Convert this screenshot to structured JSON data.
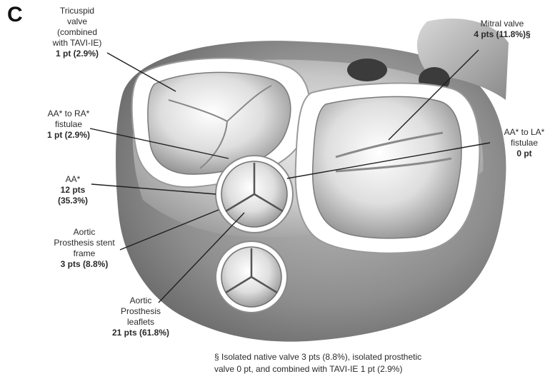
{
  "panel_letter": "C",
  "labels": {
    "tricuspid": {
      "l1": "Tricuspid",
      "l2": "valve",
      "l3": "(combined",
      "l4": "with TAVI-IE)",
      "count": "1 pt (2.9%)"
    },
    "aa_ra": {
      "l1": "AA* to RA*",
      "l2": "fistulae",
      "count": "1 pt (2.9%)"
    },
    "aa": {
      "l1": "AA*",
      "count1": "12 pts",
      "count2": "(35.3%)"
    },
    "stent": {
      "l1": "Aortic",
      "l2": "Prosthesis stent",
      "l3": "frame",
      "count": "3 pts (8.8%)"
    },
    "leaflets": {
      "l1": "Aortic",
      "l2": "Prosthesis",
      "l3": "leaflets",
      "count": "21 pts (61.8%)"
    },
    "mitral": {
      "l1": "Mitral valve",
      "count": "4 pts (11.8%)§"
    },
    "aa_la": {
      "l1": "AA* to LA*",
      "l2": "fistulae",
      "count": "0 pt"
    }
  },
  "footnote": {
    "line1": "§ Isolated native valve 3 pts (8.8%), isolated prosthetic",
    "line2": "valve  0 pt, and combined with TAVI-IE 1 pt (2.9%)"
  }
}
